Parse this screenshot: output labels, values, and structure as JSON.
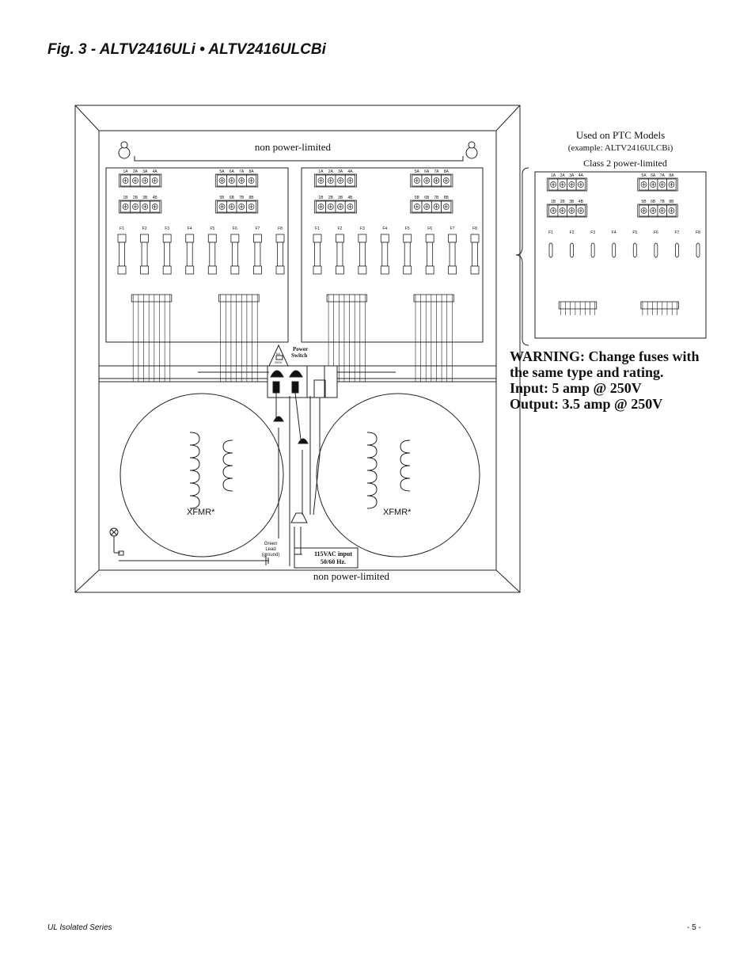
{
  "title": "Fig. 3  - ALTV2416ULi • ALTV2416ULCBi",
  "footer": {
    "left": "UL Isolated Series",
    "right": "- 5 -"
  },
  "labels": {
    "non_power_limited_top": "non power-limited",
    "non_power_limited_bottom": "non power-limited",
    "used_on_ptc": "Used on PTC Models",
    "example": "(example: ALTV2416ULCBi)",
    "class2": "Class 2 power-limited",
    "power_switch_1": "Power",
    "power_switch_2": "Switch",
    "fuse_5a": "5A",
    "fuse_250v": "250V",
    "green_lead_1": "Green",
    "green_lead_2": "Lead",
    "green_lead_3": "(ground)",
    "input_1": "115VAC input",
    "input_2": "50/60 Hz.",
    "xfmr_left": "XFMR*",
    "xfmr_right": "XFMR*"
  },
  "warning": [
    "WARNING: Change fuses with",
    "the same type and rating.",
    "Input: 5 amp @ 250V",
    "Output: 3.5 amp @ 250V"
  ],
  "terminals": {
    "top_left": [
      "1A",
      "2A",
      "3A",
      "4A"
    ],
    "bottom_left": [
      "1B",
      "2B",
      "3B",
      "4B"
    ],
    "top_right": [
      "5A",
      "6A",
      "7A",
      "8A"
    ],
    "bottom_right": [
      "5B",
      "6B",
      "7B",
      "8B"
    ]
  },
  "fuses": [
    "F1",
    "F2",
    "F3",
    "F4",
    "F5",
    "F6",
    "F7",
    "F8"
  ]
}
